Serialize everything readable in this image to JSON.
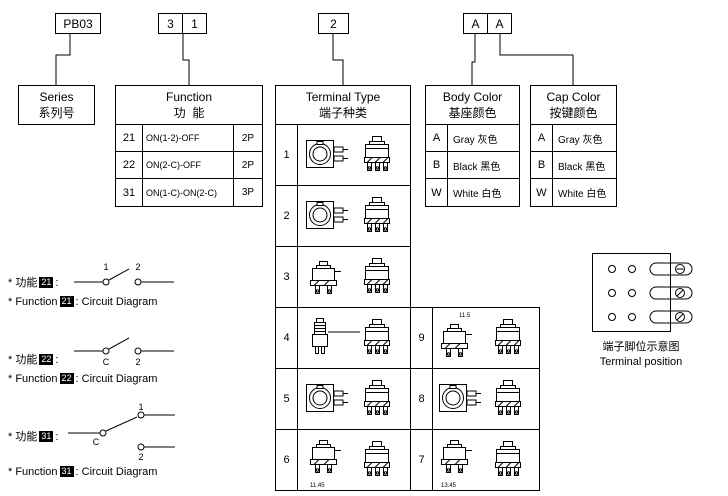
{
  "colors": {
    "line": "#000000",
    "bg": "#ffffff",
    "badge_bg": "#000000",
    "badge_fg": "#ffffff"
  },
  "code_boxes": {
    "series": "PB03",
    "function_a": "3",
    "function_b": "1",
    "terminal": "2",
    "body": "A",
    "cap": "A"
  },
  "series": {
    "en": "Series",
    "cn": "系列号"
  },
  "function": {
    "en": "Function",
    "cn": "功  能",
    "rows": [
      {
        "code": "21",
        "desc": "ON(1-2)-OFF",
        "poles": "2P"
      },
      {
        "code": "22",
        "desc": "ON(2-C)-OFF",
        "poles": "2P"
      },
      {
        "code": "31",
        "desc": "ON(1-C)-ON(2-C)",
        "poles": "3P"
      }
    ]
  },
  "terminal_type": {
    "en": "Terminal Type",
    "cn": "端子种类",
    "cells": [
      {
        "num": "1"
      },
      {
        "num": "2"
      },
      {
        "num": "3"
      },
      {
        "num": "4"
      },
      {
        "num": "5"
      },
      {
        "num": "6",
        "dim": "11.45"
      },
      {
        "num": "7",
        "dim": "13.45"
      },
      {
        "num": "8"
      },
      {
        "num": "9",
        "dim": "11.5"
      }
    ]
  },
  "body_color": {
    "en": "Body Color",
    "cn": "基座颜色",
    "rows": [
      {
        "code": "A",
        "name": "Gray 灰色"
      },
      {
        "code": "B",
        "name": "Black 黑色"
      },
      {
        "code": "W",
        "name": "White 白色"
      }
    ]
  },
  "cap_color": {
    "en": "Cap Color",
    "cn": "按键颜色",
    "rows": [
      {
        "code": "A",
        "name": "Gray 灰色"
      },
      {
        "code": "B",
        "name": "Black 黑色"
      },
      {
        "code": "W",
        "name": "White 白色"
      }
    ]
  },
  "circuits": [
    {
      "cn_prefix": "* 功能",
      "code": "21",
      "cn_suffix": ":",
      "en_prefix": "* Function",
      "en_suffix": ": Circuit Diagram",
      "t1": "1",
      "t2": "2"
    },
    {
      "cn_prefix": "* 功能",
      "code": "22",
      "cn_suffix": ":",
      "en_prefix": "* Function",
      "en_suffix": ": Circuit Diagram",
      "t1": "C",
      "t2": "2"
    },
    {
      "cn_prefix": "* 功能",
      "code": "31",
      "cn_suffix": ":",
      "en_prefix": "* Function",
      "en_suffix": ": Circuit Diagram",
      "t1": "1",
      "t2": "C",
      "t3": "2"
    }
  ],
  "terminal_position": {
    "cn": "端子脚位示意图",
    "en": "Terminal position"
  }
}
